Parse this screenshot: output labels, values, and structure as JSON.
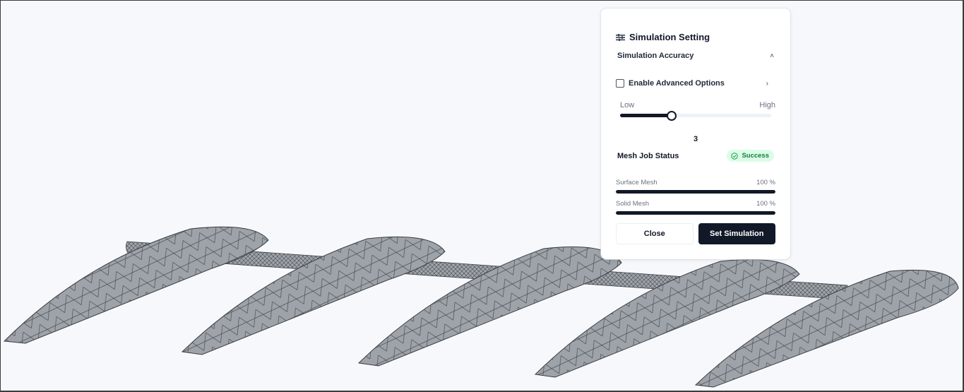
{
  "viewport": {
    "background": "#f7f8fb",
    "model": "meshed airfoil array (5 blades on connecting rod)",
    "mesh_fill": "#9ea3a9",
    "mesh_line": "#3a3d42"
  },
  "panel": {
    "title": "Simulation Setting",
    "title_icon": "sliders-icon",
    "section": {
      "label": "Simulation Accuracy",
      "icon": "chevron-up-icon",
      "expanded": true
    },
    "advanced": {
      "label": "Enable Advanced Options",
      "checked": false,
      "icon": "chevron-right-icon"
    },
    "accuracy_slider": {
      "min_label": "Low",
      "max_label": "High",
      "value": "3"
    },
    "mesh_status": {
      "label": "Mesh Job Status",
      "badge": "Success",
      "badge_icon": "check-circle-icon",
      "badge_bg": "#dcfce7",
      "badge_color": "#15803d"
    },
    "progress": [
      {
        "label": "Surface Mesh",
        "value": "100 %",
        "percent": 100
      },
      {
        "label": "Solid Mesh",
        "value": "100 %",
        "percent": 100
      }
    ],
    "buttons": {
      "close": "Close",
      "set": "Set Simulation"
    },
    "accent": "#111827"
  }
}
